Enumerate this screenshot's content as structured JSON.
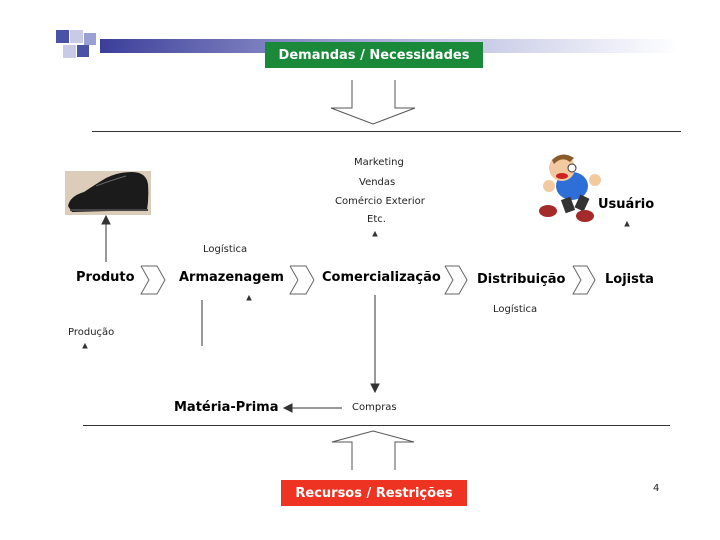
{
  "header_box": "Demandas / Necessidades",
  "footer_box": "Recursos / Restrições",
  "flow_nodes": {
    "produto": "Produto",
    "armazenagem": "Armazenagem",
    "comercializacao": "Comercialização",
    "distribuicao": "Distribuição",
    "lojista": "Lojista",
    "usuario": "Usuário",
    "materia_prima": "Matéria-Prima"
  },
  "annotations": {
    "logistica_top": "Logística",
    "logistica_bottom": "Logística",
    "producao": "Produção",
    "compras": "Compras",
    "marketing_list": [
      "Marketing",
      "Vendas",
      "Comércio Exterior",
      "Etc."
    ]
  },
  "page_number": "4",
  "colors": {
    "header_box": "#1a8a3a",
    "footer_box": "#ee3322",
    "header_bar": "#4a52a8"
  },
  "icons": {
    "shoe": "shoe-image",
    "user": "running-cartoon-man"
  }
}
